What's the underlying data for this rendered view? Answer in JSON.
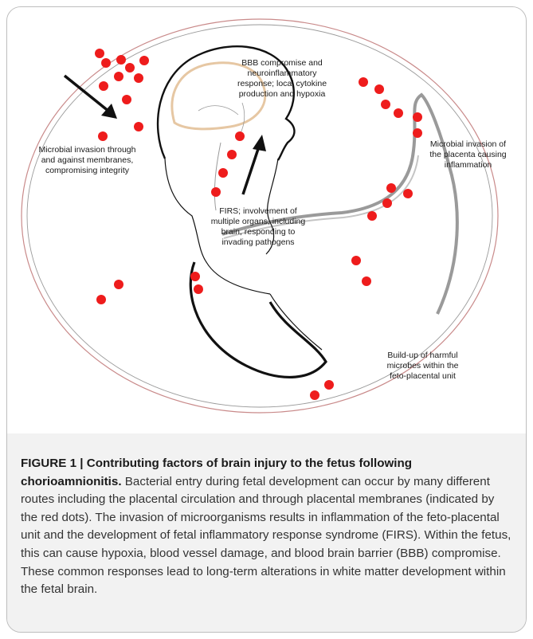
{
  "figure": {
    "annotations": {
      "bbb": "BBB compromise and\nneuroinflammatory\nresponse; local cytokine\nproduction and hypoxia",
      "membranes": "Microbial invasion through\nand against membranes,\ncompromising integrity",
      "placenta": "Microbial invasion of\nthe placenta causing\ninflammation",
      "firs": "FIRS; involvement of\nmultiple organs, including\nbrain, responding to\ninvading pathogens",
      "buildup": "Build-up of harmful\nmicrobes within the\nfeto-placental unit"
    },
    "colors": {
      "red_dot": "#ee1c1c",
      "brain": "#e6c7a3",
      "ring_outer": "#c98a8a",
      "cord": "#9a9a9a",
      "outline": "#111111"
    }
  },
  "caption": {
    "label": "FIGURE 1 | ",
    "title": "Contributing factors of brain injury to the fetus following chorioamnionitis.",
    "body": " Bacterial entry during fetal development can occur by many different routes including the placental circulation and through placental membranes (indicated by the red dots). The invasion of microorganisms results in inflammation of the feto-placental unit and the development of fetal inflammatory response syndrome (FIRS). Within the fetus, this can cause hypoxia, blood vessel damage, and blood brain barrier (BBB) compromise. These common responses lead to long-term alterations in white matter development within the fetal brain."
  }
}
